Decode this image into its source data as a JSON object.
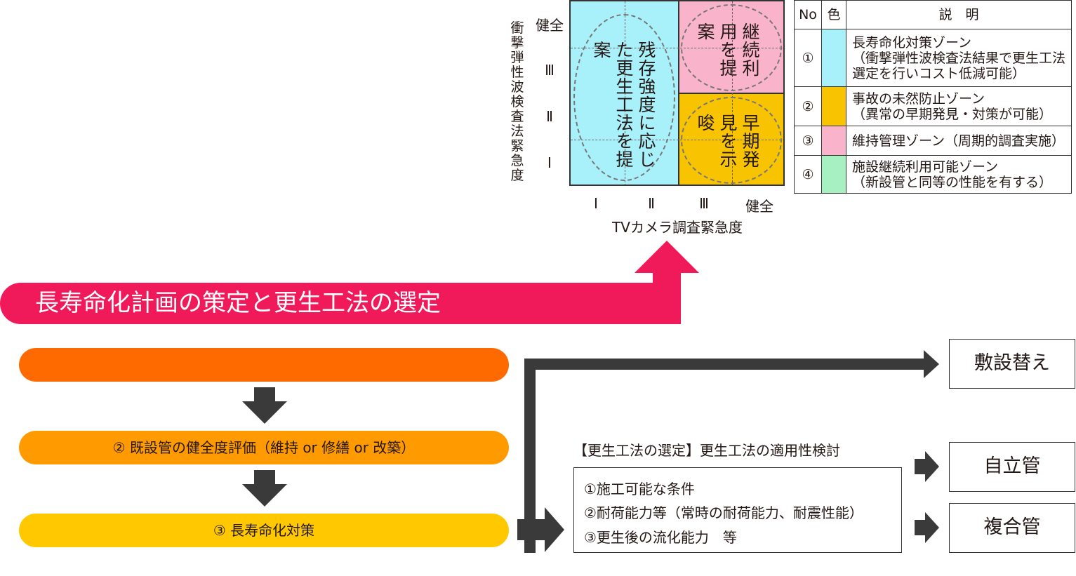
{
  "matrix": {
    "y_axis_label": "衝撃弾性波検査法緊急度",
    "y_ticks": [
      "健全",
      "Ⅲ",
      "Ⅱ",
      "Ⅰ"
    ],
    "x_ticks": [
      "Ⅰ",
      "Ⅱ",
      "Ⅲ",
      "健全"
    ],
    "x_axis_label": "TVカメラ調査緊急度",
    "zones": [
      {
        "text": "残存強度に応じた更生工法を提案",
        "color": "#a9f1fa"
      },
      {
        "text": "継続利用を提案",
        "color": "#f9b3cb"
      },
      {
        "text": "早期発見を示唆",
        "color": "#f8c300"
      },
      {
        "text": "",
        "color": "#a7f0c1"
      }
    ]
  },
  "legend": {
    "headers": {
      "no": "No",
      "color": "色",
      "desc": "説　明"
    },
    "rows": [
      {
        "no": "①",
        "color": "#a9f1fa",
        "line1": "長寿命化対策ゾーン",
        "line2": "（衝撃弾性波検査法結果で更生工法",
        "line3": "選定を行いコスト低減可能）"
      },
      {
        "no": "②",
        "color": "#f8c300",
        "line1": "事故の未然防止ゾーン",
        "line2": "（異常の早期発見・対策が可能）",
        "line3": ""
      },
      {
        "no": "③",
        "color": "#f9b3cb",
        "line1": "維持管理ゾーン（周期的調査実施）",
        "line2": "",
        "line3": ""
      },
      {
        "no": "④",
        "color": "#a7f0c1",
        "line1": "施設継続利用可能ゾーン",
        "line2": "（新設管と同等の性能を有する）",
        "line3": ""
      }
    ]
  },
  "banner": {
    "title": "長寿命化計画の策定と更生工法の選定",
    "color": "#f0195a"
  },
  "steps": [
    {
      "label": "",
      "color": "#ff6a00"
    },
    {
      "label": "② 既設管の健全度評価（維持 or 修繕 or 改築）",
      "color": "#ff9a00"
    },
    {
      "label": "③ 長寿命化対策",
      "color": "#ffc800"
    }
  ],
  "outcomes": {
    "replace": "敷設替え",
    "self_standing": "自立管",
    "composite": "複合管"
  },
  "selection": {
    "title": "【更生工法の選定】更生工法の適用性検討",
    "items": [
      "①施工可能な条件",
      "②耐荷能力等（常時の耐荷能力、耐震性能）",
      "③更生後の流化能力　等"
    ]
  }
}
